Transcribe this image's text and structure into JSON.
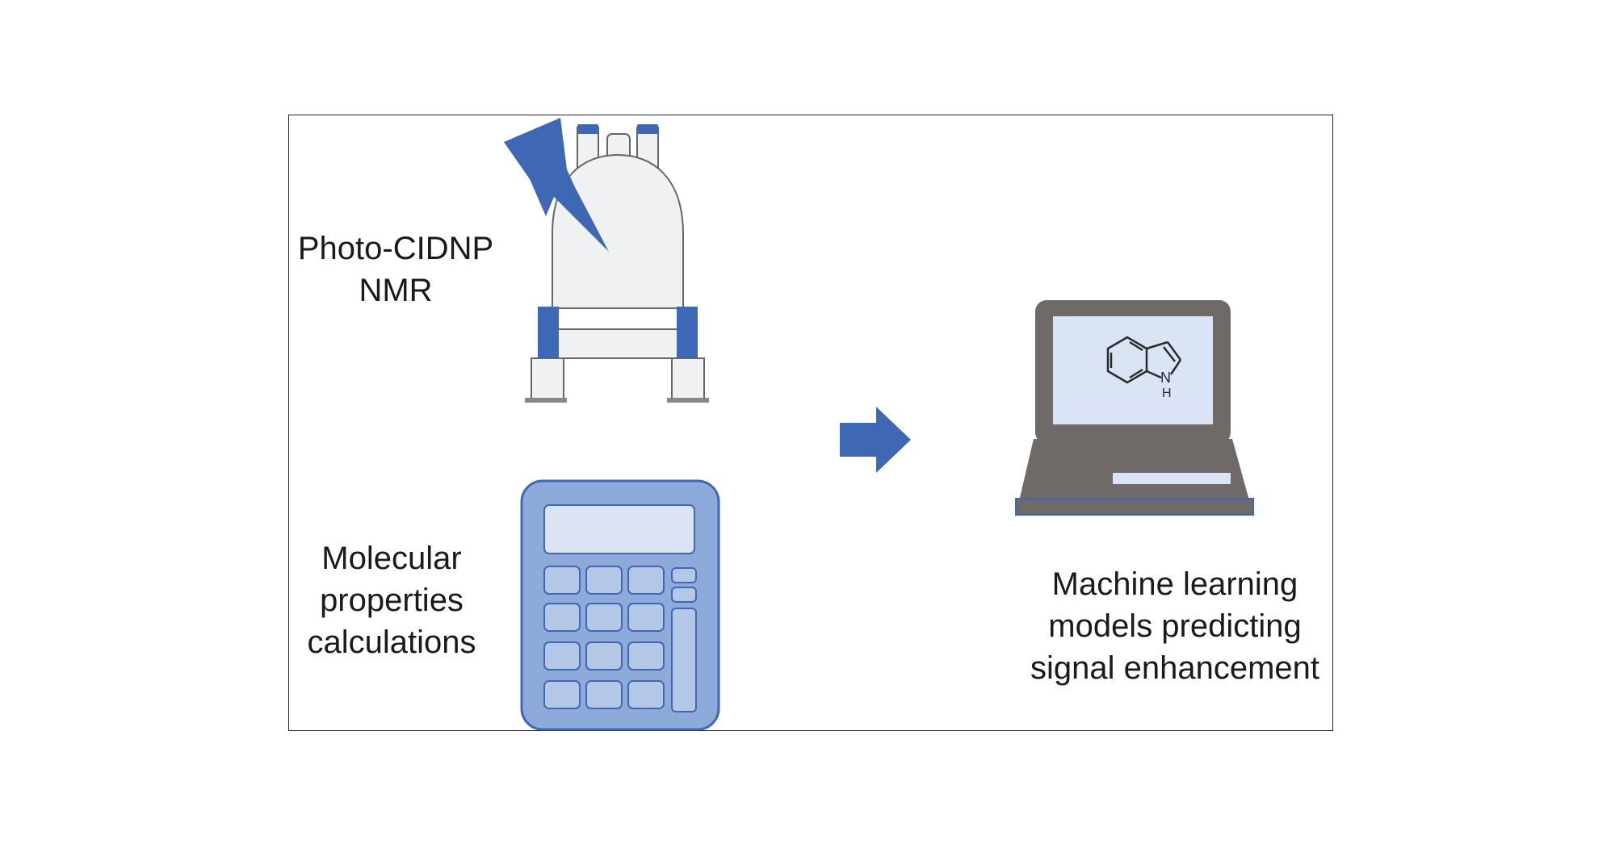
{
  "labels": {
    "nmr": [
      "Photo-CIDNP",
      "NMR"
    ],
    "calc": [
      "Molecular",
      "properties",
      "calculations"
    ],
    "ml": [
      "Machine learning",
      "models predicting",
      "signal enhancement"
    ],
    "molecule_nh": "H",
    "molecule_n": "N"
  },
  "icons": {
    "nmr": "nmr-spectrometer-icon",
    "lightning": "lightning-bolt-icon",
    "calculator": "calculator-icon",
    "arrow": "right-arrow-icon",
    "laptop": "laptop-icon",
    "molecule": "indole-molecule-icon"
  },
  "colors": {
    "accent_blue": "#3f68b4",
    "calc_fill": "#8eaadb",
    "calc_light": "#dbe4f4",
    "laptop_gray": "#6f6a68",
    "screen": "#dbe4f4",
    "magnet_fill": "#f0f1f3"
  }
}
